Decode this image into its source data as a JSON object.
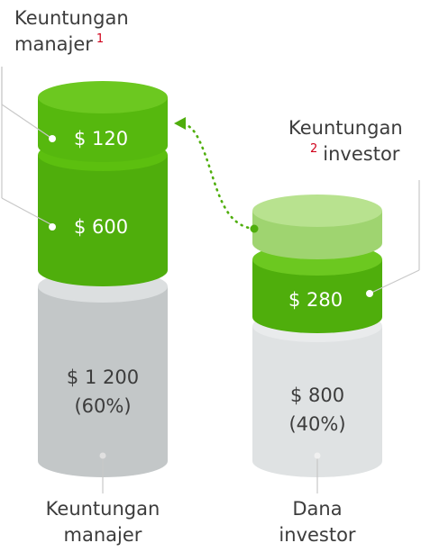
{
  "labels": {
    "manager_profit_top": "Keuntungan",
    "manager_profit_top_2": "manajer",
    "manager_profit_note": "1",
    "investor_profit_top": "Keuntungan",
    "investor_profit_note": "2",
    "investor_profit_top_2": "investor"
  },
  "left_cylinder": {
    "segments": [
      {
        "label": "$ 120"
      },
      {
        "label": "$ 600"
      },
      {
        "label": "$ 1 200",
        "sub": "(60%)"
      }
    ],
    "caption_1": "Keuntungan",
    "caption_2": "manajer"
  },
  "right_cylinder": {
    "segments": [
      {
        "label": "$ 280"
      },
      {
        "label": "$ 800",
        "sub": "(40%)"
      }
    ],
    "caption_1": "Dana",
    "caption_2": "investor"
  },
  "colors": {
    "green_bright": "#5cbf0f",
    "green_dark": "#3f9a0a",
    "green_light": "#a9dc7a",
    "gray_dark": "#c3c7c8",
    "gray_light": "#dfe2e3",
    "note_red": "#d0021b",
    "text": "#3c3c3c"
  }
}
